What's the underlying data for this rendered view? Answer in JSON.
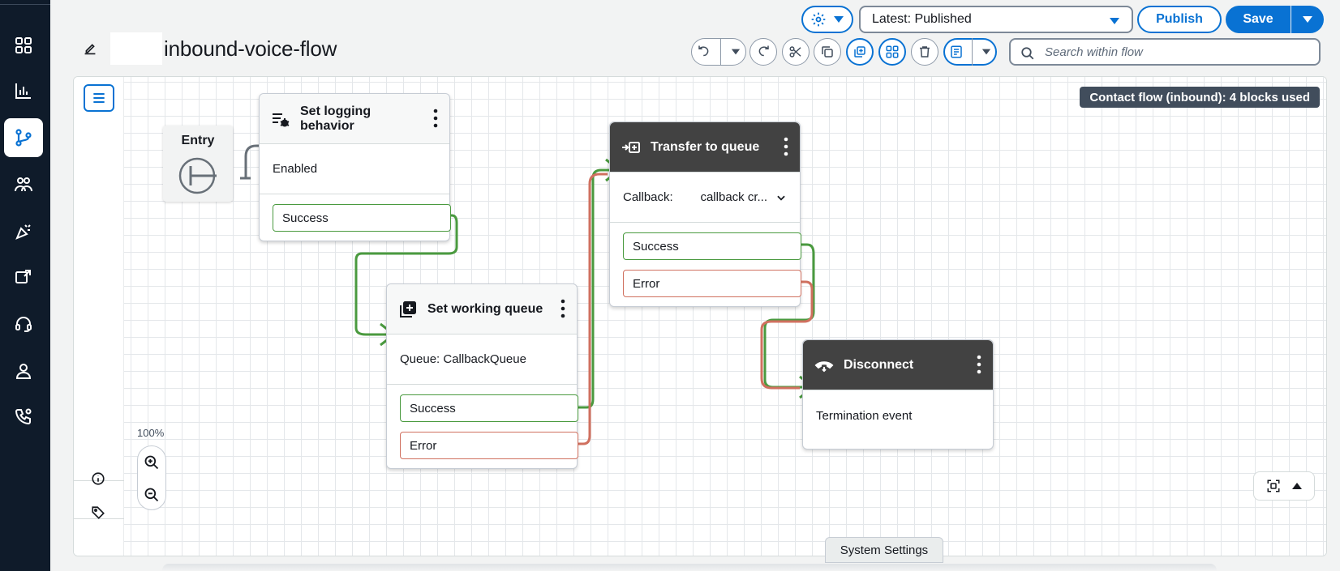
{
  "header": {
    "title": "inbound-voice-flow",
    "version_select": "Latest: Published",
    "publish_label": "Publish",
    "save_label": "Save",
    "search_placeholder": "Search within flow"
  },
  "canvas": {
    "badge": "Contact flow (inbound): 4 blocks used",
    "zoom": "100%",
    "system_settings": "System Settings"
  },
  "entry": {
    "label": "Entry"
  },
  "blocks": {
    "logging": {
      "title_line1": "Set logging",
      "title_line2": "behavior",
      "body": "Enabled",
      "success": "Success"
    },
    "working_queue": {
      "title": "Set working queue",
      "body": "Queue: CallbackQueue",
      "success": "Success",
      "error": "Error"
    },
    "transfer": {
      "title": "Transfer to queue",
      "callback_label": "Callback:",
      "callback_value": "callback cr...",
      "success": "Success",
      "error": "Error"
    },
    "disconnect": {
      "title": "Disconnect",
      "body": "Termination event"
    }
  },
  "colors": {
    "accent": "#0972d3",
    "nav_bg": "#0f1b2a",
    "success": "#4a9a3f",
    "error": "#d0705f",
    "dark_head": "#424242"
  },
  "nav_icons": [
    "dashboard-icon",
    "analytics-icon",
    "routing-icon",
    "users-icon",
    "channels-icon",
    "queue-icon",
    "agent-headset-icon",
    "profile-icon",
    "phone-settings-icon"
  ]
}
